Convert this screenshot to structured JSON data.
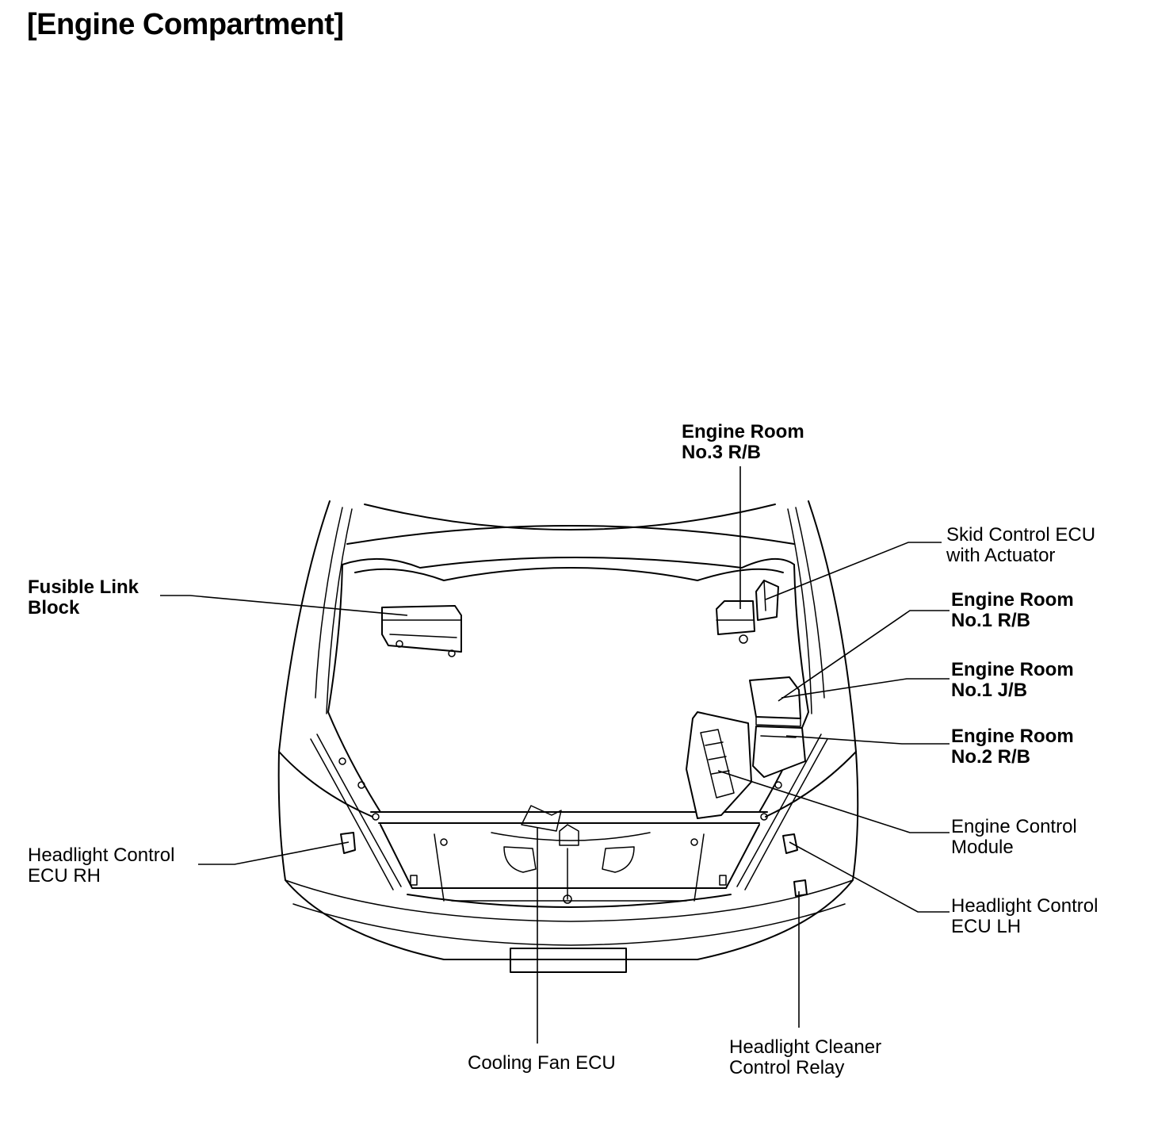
{
  "title": "[Engine Compartment]",
  "labels": {
    "engine_room_no3_rb": [
      "Engine Room",
      "No.3 R/B"
    ],
    "skid_control_ecu": [
      "Skid Control ECU",
      "with Actuator"
    ],
    "fusible_link_block": [
      "Fusible Link",
      "Block"
    ],
    "engine_room_no1_rb": [
      "Engine Room",
      "No.1 R/B"
    ],
    "engine_room_no1_jb": [
      "Engine Room",
      "No.1 J/B"
    ],
    "engine_room_no2_rb": [
      "Engine Room",
      "No.2 R/B"
    ],
    "engine_control_module": [
      "Engine Control",
      "Module"
    ],
    "headlight_control_ecu_rh": [
      "Headlight Control",
      "ECU RH"
    ],
    "headlight_control_ecu_lh": [
      "Headlight Control",
      "ECU LH"
    ],
    "cooling_fan_ecu": [
      "Cooling Fan ECU"
    ],
    "headlight_cleaner_relay": [
      "Headlight Cleaner",
      "Control Relay"
    ]
  }
}
